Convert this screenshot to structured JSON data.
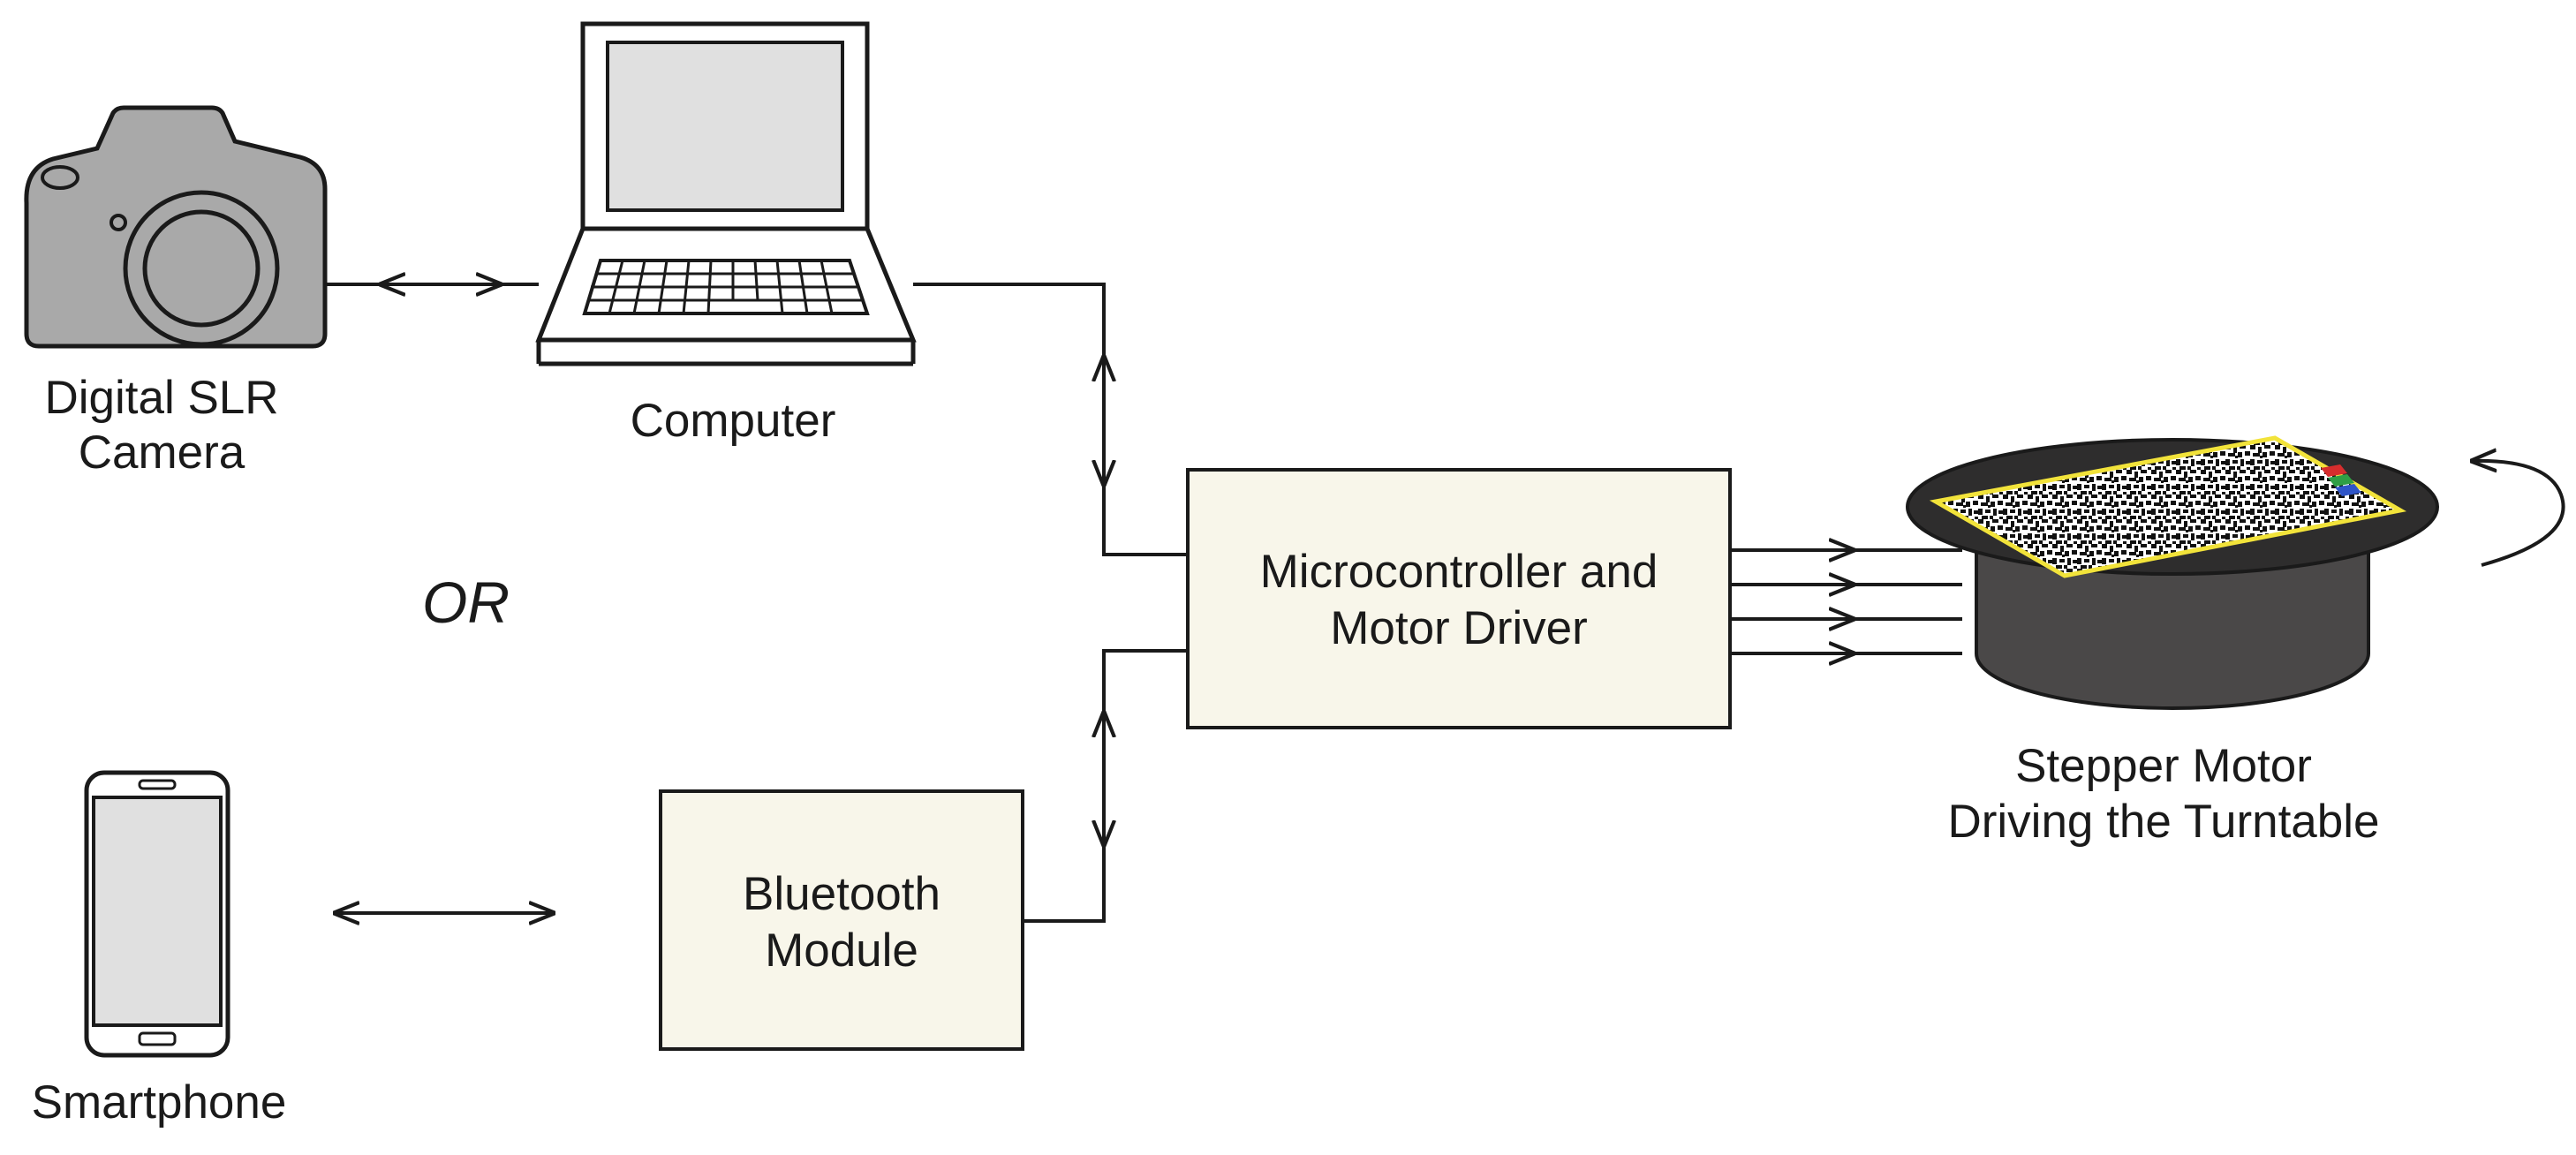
{
  "labels": {
    "camera_line1": "Digital SLR",
    "camera_line2": "Camera",
    "computer": "Computer",
    "or": "OR",
    "smartphone": "Smartphone",
    "mcu_line1": "Microcontroller and",
    "mcu_line2": "Motor Driver",
    "bt_line1": "Bluetooth",
    "bt_line2": "Module",
    "motor_line1": "Stepper Motor",
    "motor_line2": "Driving the Turntable"
  },
  "icons": [
    "camera-icon",
    "laptop-icon",
    "smartphone-icon",
    "turntable-icon",
    "rotation-arrow-icon"
  ],
  "colors": {
    "box_fill": "#f8f6ea",
    "device_gray": "#a9a9a9",
    "screen_gray": "#e0e0e0",
    "turntable_dark": "#4a4848",
    "turntable_top": "#2e2d2d",
    "pattern_border": "#f2e33a",
    "swatch_red": "#d62d2d",
    "swatch_green": "#2f9e46",
    "swatch_blue": "#2f55c8"
  }
}
